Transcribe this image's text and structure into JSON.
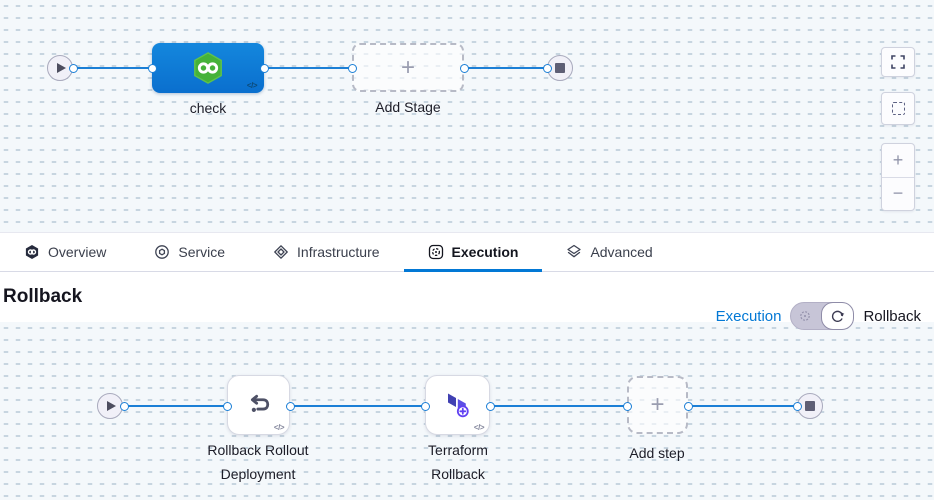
{
  "pipeline_top": {
    "stage": {
      "label": "check",
      "icon": "harness-ci-hexagon-icon",
      "code_glyph": "</>"
    },
    "add_stage": {
      "label": "Add Stage",
      "plus": "+"
    }
  },
  "canvas_controls": {
    "fullscreen": "fullscreen-icon",
    "marquee_select": "marquee-select-icon",
    "zoom_in_label": "+",
    "zoom_out_label": "−"
  },
  "tabs": [
    {
      "label": "Overview",
      "icon": "harness-logo-icon",
      "active": false
    },
    {
      "label": "Service",
      "icon": "service-icon",
      "active": false
    },
    {
      "label": "Infrastructure",
      "icon": "infrastructure-icon",
      "active": false
    },
    {
      "label": "Execution",
      "icon": "execution-icon",
      "active": true
    },
    {
      "label": "Advanced",
      "icon": "advanced-icon",
      "active": false
    }
  ],
  "rollback_section": {
    "title": "Rollback",
    "mode_switch": {
      "left_label": "Execution",
      "right_label": "Rollback",
      "selected": "Rollback"
    }
  },
  "pipeline_bottom": {
    "steps": [
      {
        "label": "Rollback Rollout Deployment",
        "icon": "undo-rollback-icon",
        "code_glyph": "</>"
      },
      {
        "label": "Terraform Rollback",
        "icon": "terraform-icon",
        "code_glyph": "</>"
      }
    ],
    "add_step": {
      "label": "Add step",
      "plus": "+"
    }
  },
  "colors": {
    "accent_blue": "#0278d5",
    "node_blue": "#0b74d2",
    "harness_green": "#45b239",
    "terraform_dark": "#4040b2",
    "terraform_bright": "#5c4ee5",
    "canvas_bg": "#f4f8fb"
  }
}
